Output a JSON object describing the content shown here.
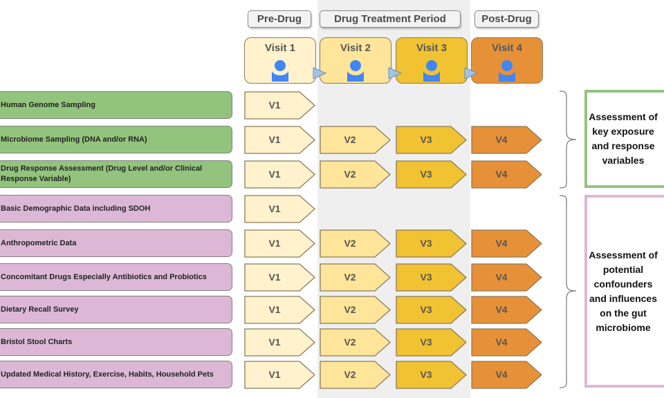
{
  "phases": [
    {
      "label": "Pre-Drug"
    },
    {
      "label": "Drug Treatment Period"
    },
    {
      "label": "Post-Drug"
    }
  ],
  "visits": [
    {
      "label": "Visit 1",
      "icon": "person-icon",
      "color": "#fff2cc"
    },
    {
      "label": "Visit 2",
      "icon": "person-icon",
      "color": "#ffe599"
    },
    {
      "label": "Visit 3",
      "icon": "person-icon",
      "color": "#f1c232"
    },
    {
      "label": "Visit 4",
      "icon": "person-icon",
      "color": "#e69138"
    }
  ],
  "colors": {
    "icon_blue": "#4285f4",
    "arrow_blue": "#9fc5e8",
    "green_group": "#93c47d",
    "pink_group": "#dcb8d6",
    "treatment_band": "#efefef"
  },
  "rows": [
    {
      "label": "Human Genome Sampling",
      "group": "green",
      "visits": [
        "V1"
      ]
    },
    {
      "label": "Microbiome Sampling (DNA and/or RNA)",
      "group": "green",
      "visits": [
        "V1",
        "V2",
        "V3",
        "V4"
      ]
    },
    {
      "label": "Drug Response Assessment (Drug Level and/or Clinical Response Variable)",
      "group": "green",
      "visits": [
        "V1",
        "V2",
        "V3",
        "V4"
      ]
    },
    {
      "label": "Basic Demographic Data including SDOH",
      "group": "pink",
      "visits": [
        "V1"
      ]
    },
    {
      "label": "Anthropometric Data",
      "group": "pink",
      "visits": [
        "V1",
        "V2",
        "V3",
        "V4"
      ]
    },
    {
      "label": "Concomitant Drugs Especially Antibiotics and Probiotics",
      "group": "pink",
      "visits": [
        "V1",
        "V2",
        "V3",
        "V4"
      ]
    },
    {
      "label": "Dietary Recall Survey",
      "group": "pink",
      "visits": [
        "V1",
        "V2",
        "V3",
        "V4"
      ]
    },
    {
      "label": "Bristol Stool Charts",
      "group": "pink",
      "visits": [
        "V1",
        "V2",
        "V3",
        "V4"
      ]
    },
    {
      "label": "Updated Medical History, Exercise, Habits, Household Pets",
      "group": "pink",
      "visits": [
        "V1",
        "V2",
        "V3",
        "V4"
      ]
    }
  ],
  "groups": {
    "green": {
      "label": "Assessment of key exposure and response variables"
    },
    "pink": {
      "label": "Assessment of potential confounders and influences on the gut microbiome"
    }
  }
}
